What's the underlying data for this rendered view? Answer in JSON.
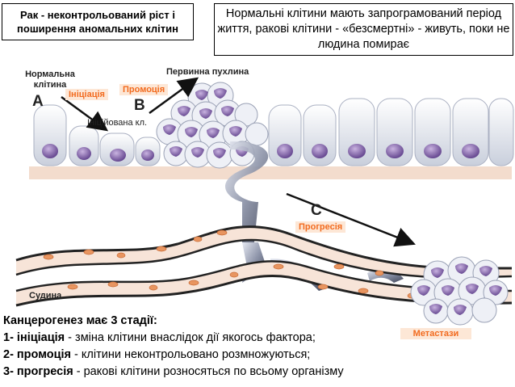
{
  "header": {
    "left_box": "Рак - неконтрольований ріст і поширення аномальних клітин",
    "right_box": "Нормальні клітини мають запрограмований період життя, ракові клітини - «безсмертні» - живуть, поки не людина помирає"
  },
  "diagram": {
    "normal_cell": "Нормальна клітина",
    "initiated_cell": "Ініційована кл.",
    "primary_tumor": "Первинна пухлина",
    "vessel": "Судина",
    "letters": [
      "A",
      "B",
      "C"
    ],
    "stages": {
      "initiation": "Ініціація",
      "promotion": "Промоція",
      "progression": "Прогресія",
      "metastasis": "Метастази"
    },
    "colors": {
      "tag_bg": "#fde7d6",
      "tag_text": "#f26b1f",
      "nucleus": "#8e6bb0",
      "membrane": "#f3dccd",
      "vessel_cells": "#e89560"
    }
  },
  "bottom": {
    "heading": "Канцерогенез має 3 стадії:",
    "lines": [
      {
        "num": "1- ",
        "term": "ініціація",
        "desc": " - зміна клітини внаслідок дії якогось фактора;"
      },
      {
        "num": "2- ",
        "term": "промоція",
        "desc": " - клітини неконтрольовано розмножуються;"
      },
      {
        "num": "3- ",
        "term": "прогресія",
        "desc": " - ракові клітини розносяться по всьому організму"
      }
    ]
  }
}
